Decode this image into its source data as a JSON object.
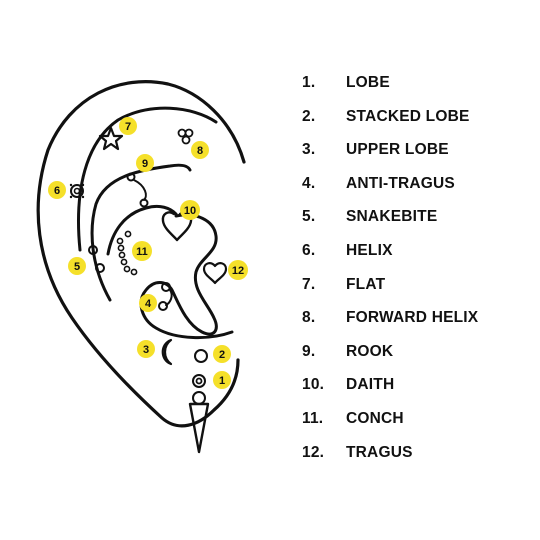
{
  "colors": {
    "badge": "#f5e02a",
    "stroke": "#111111",
    "background": "#ffffff"
  },
  "piercings": [
    {
      "number": "1.",
      "name": "LOBE"
    },
    {
      "number": "2.",
      "name": "STACKED LOBE"
    },
    {
      "number": "3.",
      "name": "UPPER LOBE"
    },
    {
      "number": "4.",
      "name": "ANTI-TRAGUS"
    },
    {
      "number": "5.",
      "name": "SNAKEBITE"
    },
    {
      "number": "6.",
      "name": "HELIX"
    },
    {
      "number": "7.",
      "name": "FLAT"
    },
    {
      "number": "8.",
      "name": "FORWARD HELIX"
    },
    {
      "number": "9.",
      "name": "ROOK"
    },
    {
      "number": "10.",
      "name": "DAITH"
    },
    {
      "number": "11.",
      "name": "CONCH"
    },
    {
      "number": "12.",
      "name": "TRAGUS"
    }
  ],
  "markers": [
    "1",
    "2",
    "3",
    "4",
    "5",
    "6",
    "7",
    "8",
    "9",
    "10",
    "11",
    "12"
  ],
  "jewelry_icons": [
    "dangle-spike-earring-icon",
    "ring-stud-icon",
    "crescent-moon-icon",
    "double-ball-icon",
    "ring-stud-icon",
    "gem-stud-icon",
    "star-icon",
    "triple-ball-icon",
    "curved-barbell-icon",
    "heart-hoop-icon",
    "bead-chain-icon",
    "heart-outline-icon"
  ]
}
